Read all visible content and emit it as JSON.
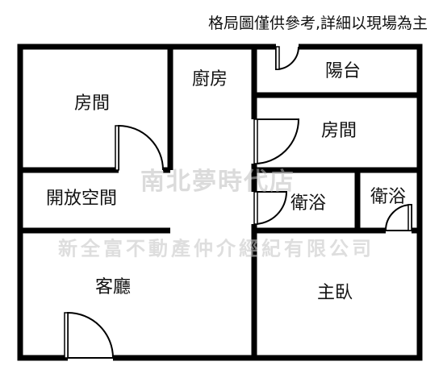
{
  "header": {
    "disclaimer": "格局圖僅供參考,詳細以現場為主"
  },
  "rooms": {
    "bedroom_upper_left": "房間",
    "kitchen": "廚房",
    "balcony": "陽台",
    "bedroom_right": "房間",
    "open_space": "開放空間",
    "bathroom_left": "衛浴",
    "bathroom_right": "衛浴",
    "living_room": "客廳",
    "master_bedroom": "主臥"
  },
  "watermarks": {
    "top": "南北夢時代店",
    "bottom": "新全富不動產仲介經紀有限公司"
  },
  "colors": {
    "wall": "#000000",
    "door": "#000000",
    "background": "#ffffff"
  }
}
